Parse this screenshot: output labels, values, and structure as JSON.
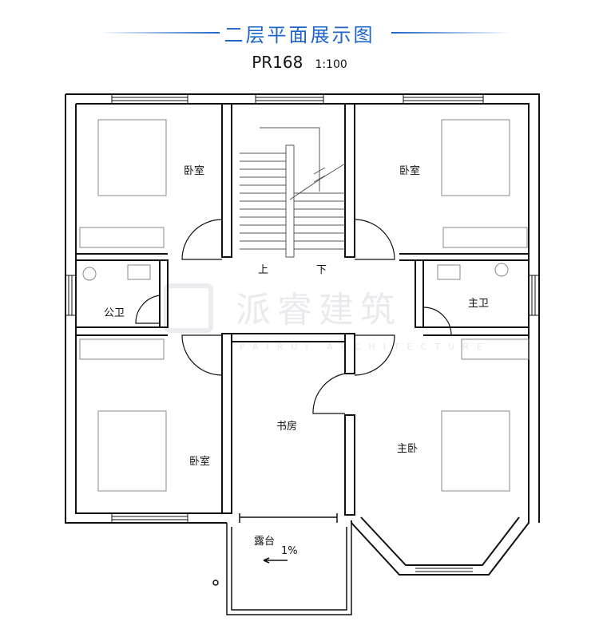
{
  "header": {
    "title": "二层平面展示图",
    "code": "PR168",
    "scale": "1:100",
    "accent_color": "#1e64c8"
  },
  "rooms": {
    "bedroom_top_left": "卧室",
    "bedroom_top_right": "卧室",
    "bedroom_bottom_left": "卧室",
    "public_bath": "公卫",
    "master_bath": "主卫",
    "study": "书房",
    "master_bedroom": "主卧",
    "terrace": "露台"
  },
  "stairs": {
    "up_label": "上",
    "down_label": "下"
  },
  "terrace_slope": "1%",
  "watermark": {
    "text": "派睿建筑",
    "sub": "PAIRUI ARCHITECTURE"
  }
}
